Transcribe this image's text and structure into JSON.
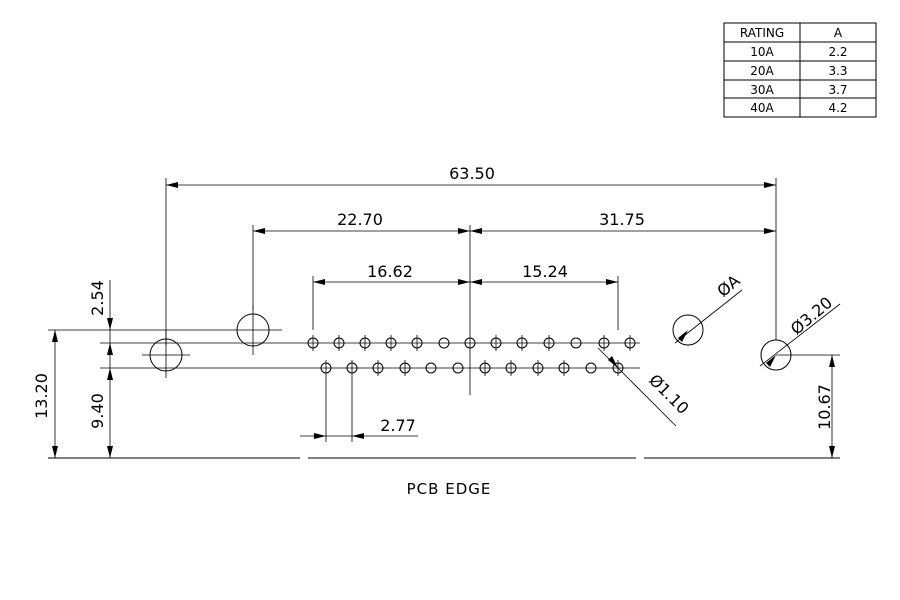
{
  "rating_table": {
    "header": [
      "RATING",
      "A"
    ],
    "rows": [
      [
        "10A",
        "2.2"
      ],
      [
        "20A",
        "3.3"
      ],
      [
        "30A",
        "3.7"
      ],
      [
        "40A",
        "4.2"
      ]
    ]
  },
  "dimensions": {
    "overall_width": "63.50",
    "center_to_left_post": "22.70",
    "center_to_right_post": "31.75",
    "left_pin_span": "16.62",
    "right_pin_span": "15.24",
    "row_offset": "2.54",
    "row1_height": "13.20",
    "row2_height": "9.40",
    "right_hole_height": "10.67",
    "pin_pitch": "2.77"
  },
  "callouts": {
    "mount_hole": "ØA",
    "right_hole": "Ø3.20",
    "pin_hole": "Ø1.10"
  },
  "labels": {
    "pcb_edge": "PCB  EDGE"
  }
}
